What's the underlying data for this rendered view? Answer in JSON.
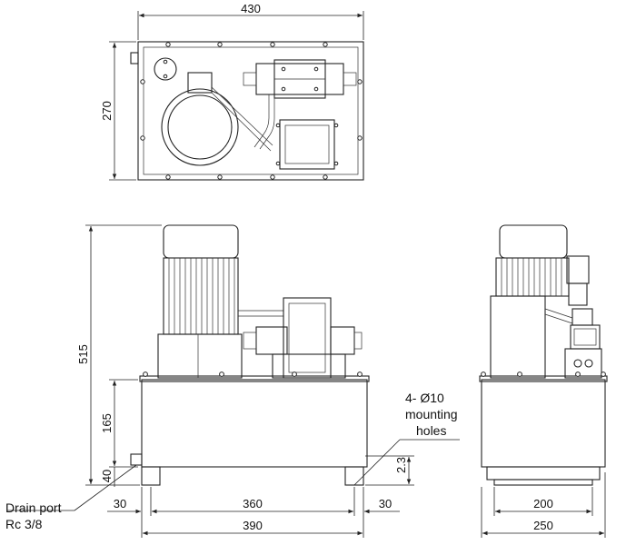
{
  "dimensions": {
    "top_width": "430",
    "top_height": "270",
    "front_height": "515",
    "tank_height": "165",
    "base_height": "40",
    "clearance": "2.3",
    "left_offset": "30",
    "hole_spacing": "360",
    "right_offset": "30",
    "overall_base": "390",
    "side_inner": "200",
    "side_overall": "250"
  },
  "notes": {
    "mounting_line1": "4- Ø10",
    "mounting_line2": "mounting",
    "mounting_line3": "holes",
    "drain_line1": "Drain port",
    "drain_line2": "Rc    3/8"
  }
}
